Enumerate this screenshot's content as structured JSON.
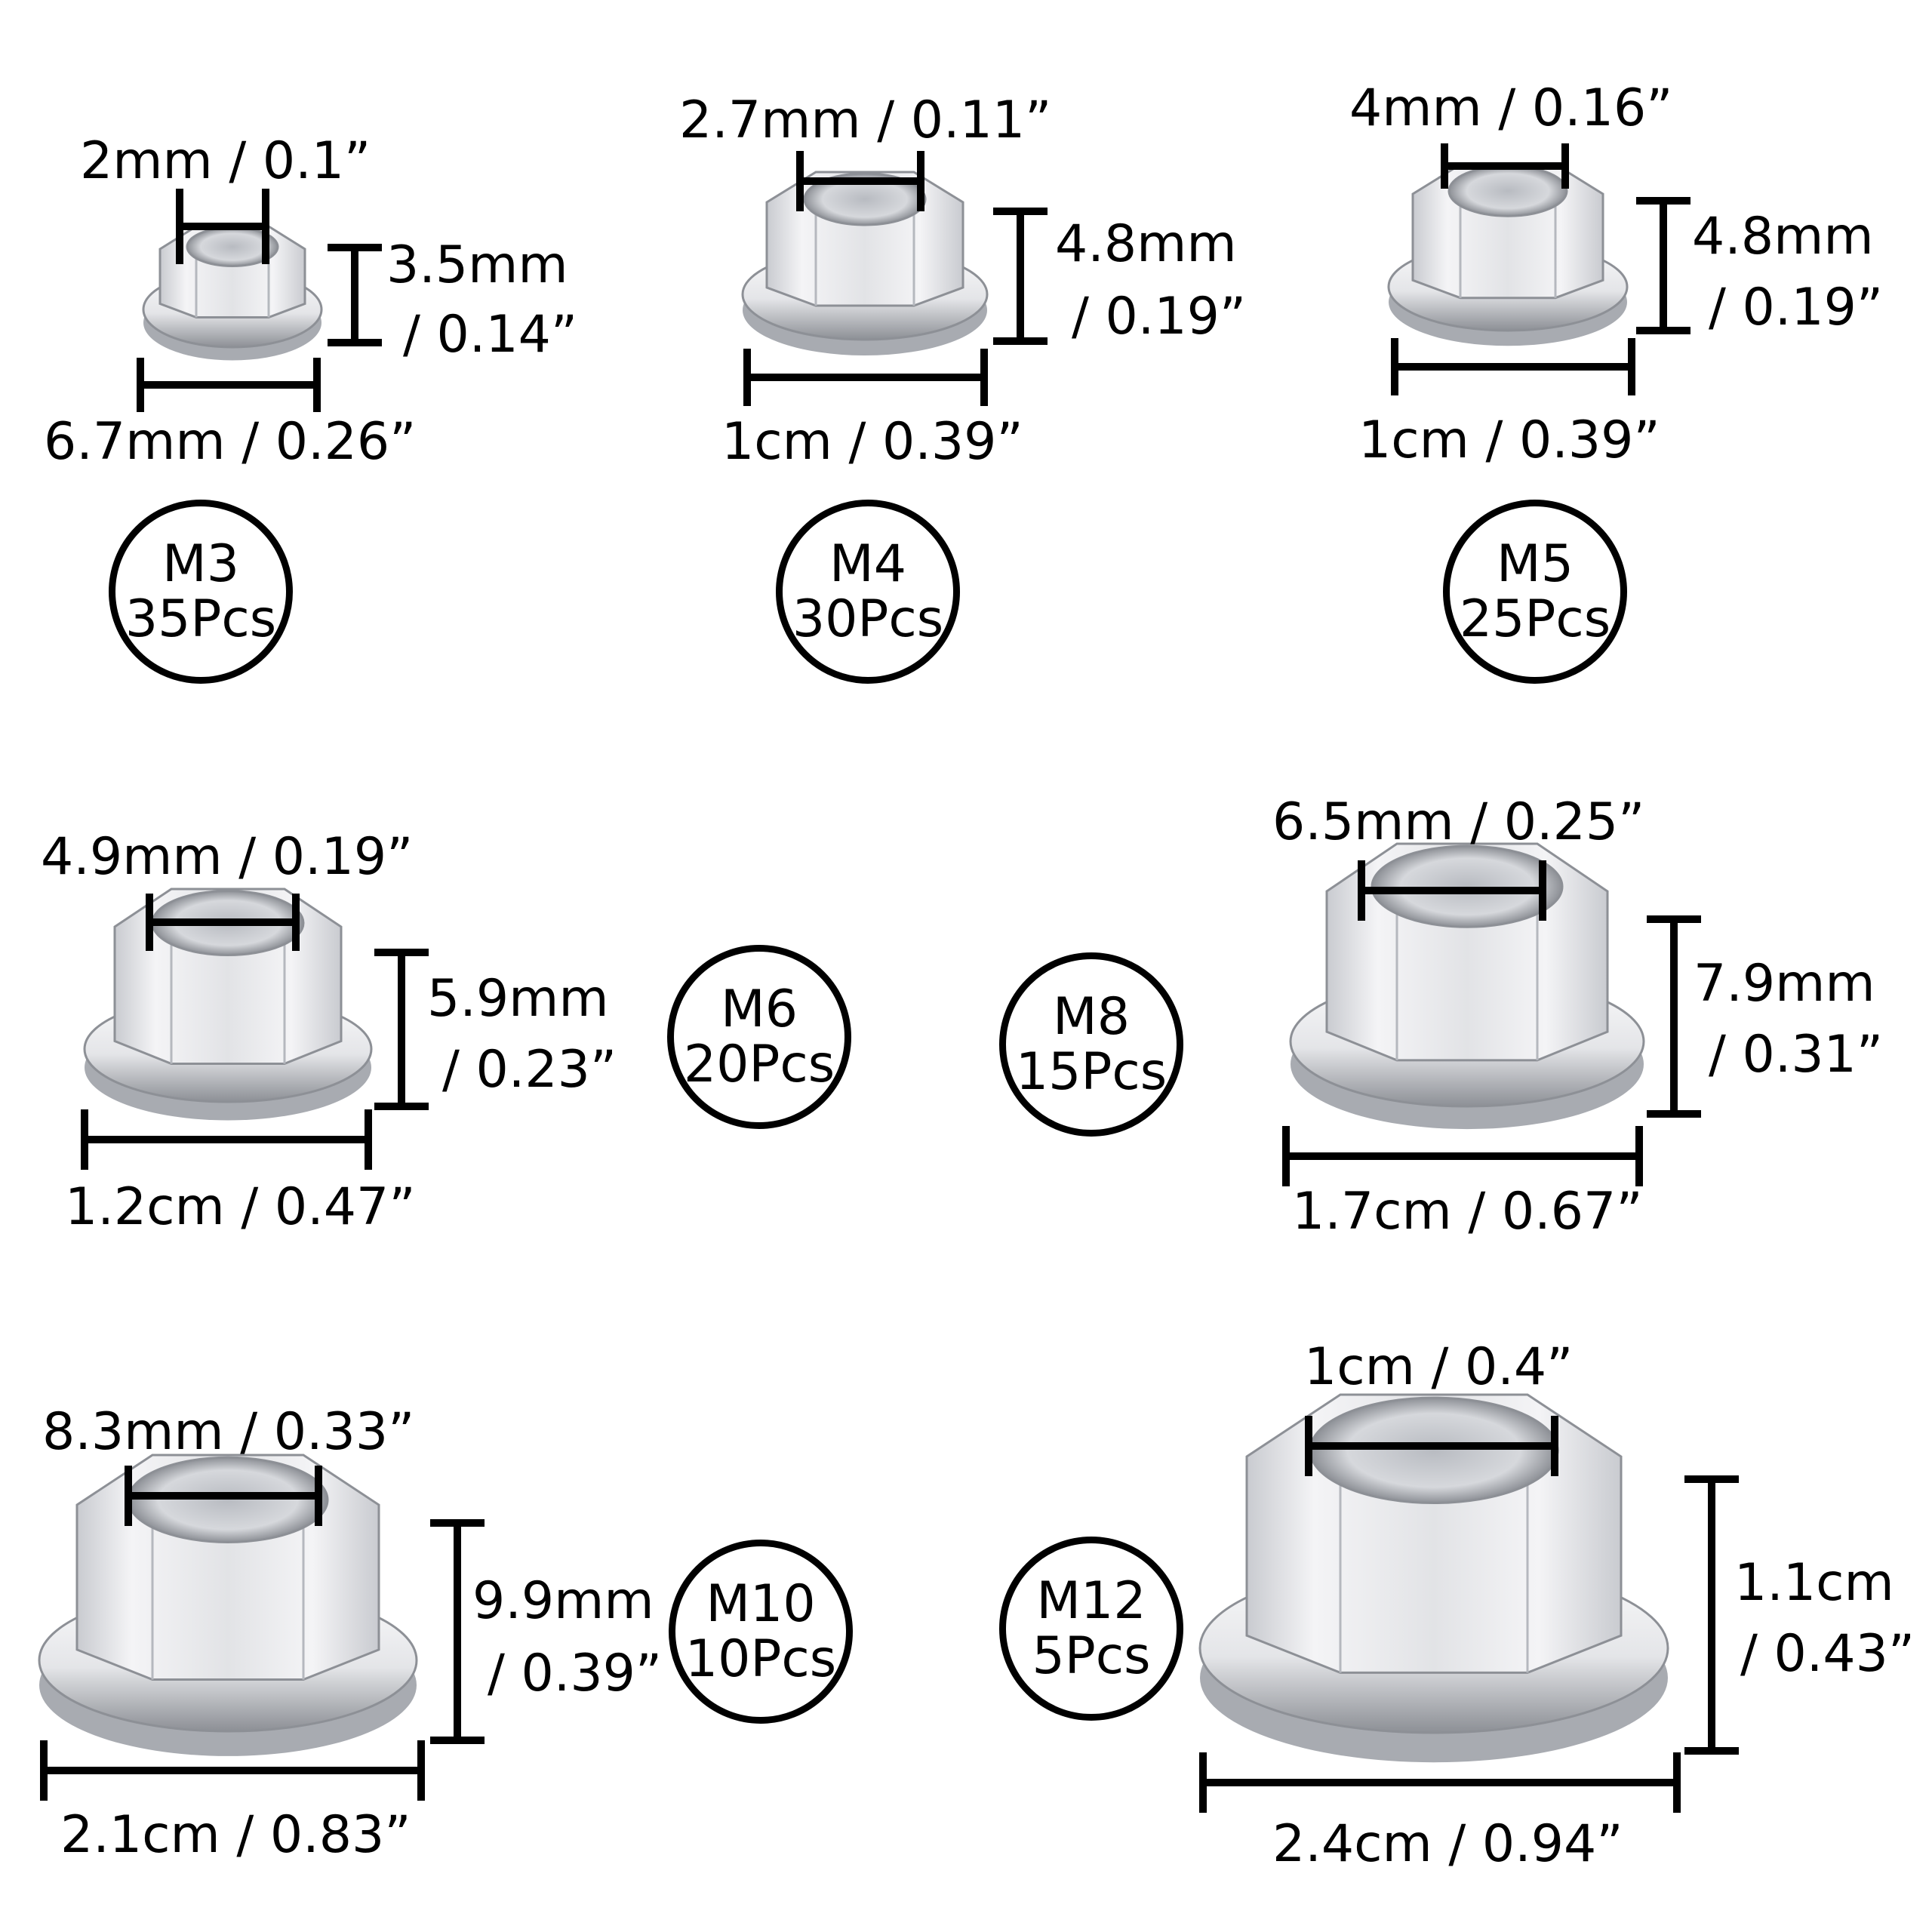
{
  "nuts": [
    {
      "size": "M3",
      "qty": "35Pcs",
      "hole": "2mm / 0.1”",
      "height_mm": "3.5mm",
      "height_in": "/ 0.14”",
      "width": "6.7mm / 0.26”"
    },
    {
      "size": "M4",
      "qty": "30Pcs",
      "hole": "2.7mm / 0.11”",
      "height_mm": "4.8mm",
      "height_in": "/ 0.19”",
      "width": "1cm / 0.39”"
    },
    {
      "size": "M5",
      "qty": "25Pcs",
      "hole": "4mm / 0.16”",
      "height_mm": "4.8mm",
      "height_in": "/ 0.19”",
      "width": "1cm / 0.39”"
    },
    {
      "size": "M6",
      "qty": "20Pcs",
      "hole": "4.9mm / 0.19”",
      "height_mm": "5.9mm",
      "height_in": "/ 0.23”",
      "width": "1.2cm / 0.47”"
    },
    {
      "size": "M8",
      "qty": "15Pcs",
      "hole": "6.5mm / 0.25”",
      "height_mm": "7.9mm",
      "height_in": "/ 0.31”",
      "width": "1.7cm / 0.67”"
    },
    {
      "size": "M10",
      "qty": "10Pcs",
      "hole": "8.3mm / 0.33”",
      "height_mm": "9.9mm",
      "height_in": "/ 0.39”",
      "width": "2.1cm / 0.83”"
    },
    {
      "size": "M12",
      "qty": "5Pcs",
      "hole": "1cm / 0.4”",
      "height_mm": "1.1cm",
      "height_in": "/ 0.43”",
      "width": "2.4cm / 0.94”"
    }
  ],
  "colors": {
    "metal_light": "#f4f4f6",
    "metal_mid": "#c9cbd0",
    "metal_dark": "#8d9096",
    "ink": "#000000"
  }
}
